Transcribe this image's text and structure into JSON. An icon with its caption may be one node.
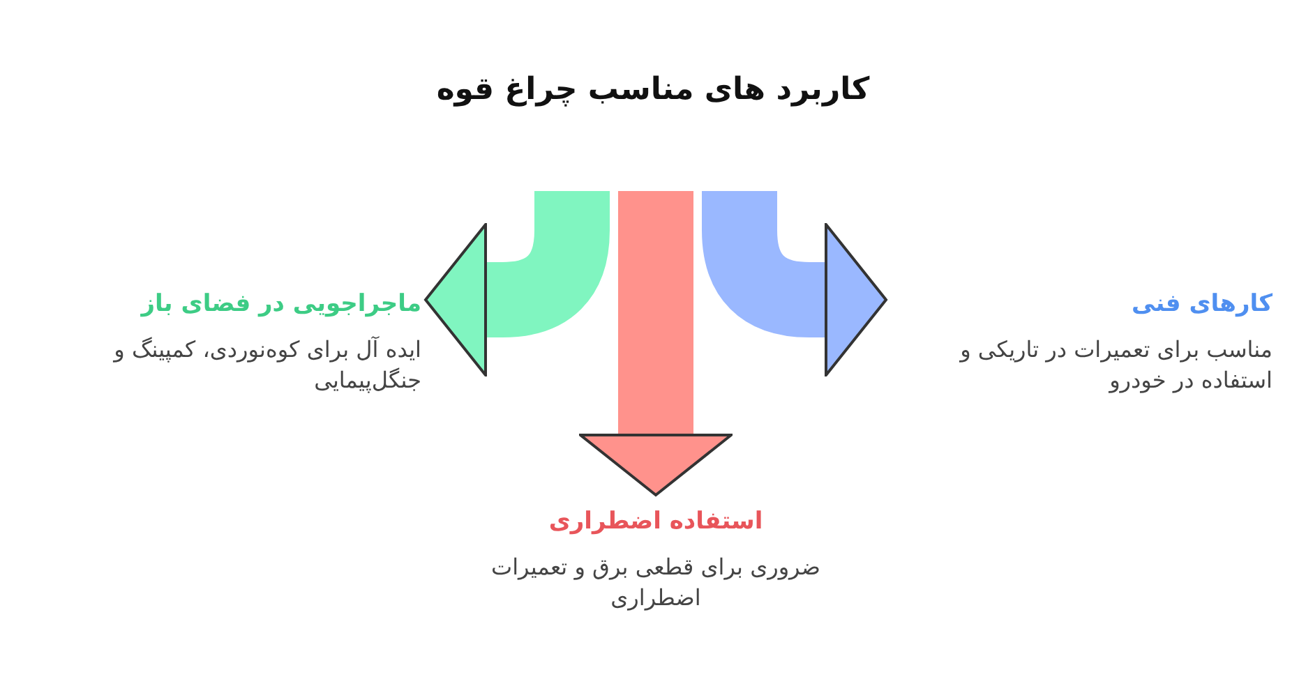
{
  "diagram": {
    "title": "کاربرد های مناسب چراغ قوه",
    "nodes": [
      {
        "text": [
          "ماجراجویی در فضای باز",
          "ایده آل برای کوه‌نوردی، کمپینگ و جنگل‌پیمایی"
        ]
      },
      {
        "text": [
          "کارهای فنی",
          "مناسب برای تعمیرات در تاریکی و استفاده در خودرو"
        ]
      },
      {
        "text": [
          "استفاده اضطراری",
          "ضروری برای قطعی برق و تعمیرات اضطراری"
        ]
      }
    ],
    "edges": [
      {
        "from": null,
        "to": 0,
        "arrow": "to",
        "color": "#80f5c0"
      },
      {
        "from": null,
        "to": 1,
        "arrow": "to",
        "color": "#9ab8ff"
      },
      {
        "from": null,
        "to": 2,
        "arrow": "to",
        "color": "#ff928c"
      }
    ]
  }
}
